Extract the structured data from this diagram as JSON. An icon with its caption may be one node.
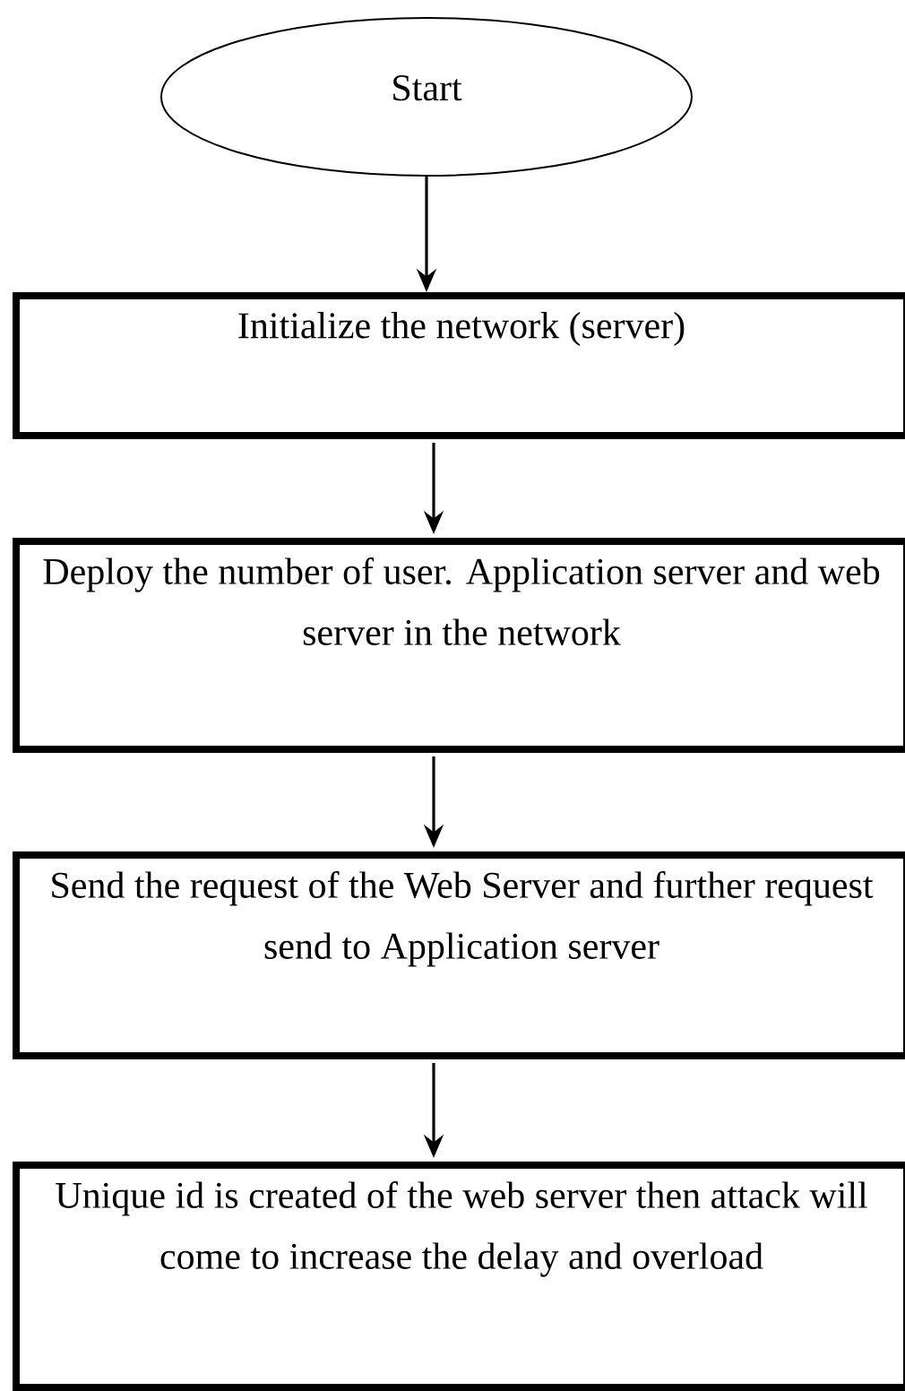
{
  "diagram": {
    "nodes": [
      {
        "text": [
          "Start"
        ]
      },
      {
        "text": [
          "Initialize the network (server)"
        ]
      },
      {
        "text": [
          "Deploy the number of user. Application server and web server in the network"
        ]
      },
      {
        "text": [
          "Send the request of the Web Server and further request send to Application server"
        ]
      },
      {
        "text": [
          "Unique id is created of the web server then attack will come to increase the delay and overload"
        ]
      }
    ],
    "edges": [
      {
        "from": 0,
        "to": 1,
        "arrow": "to"
      },
      {
        "from": 1,
        "to": 2,
        "arrow": "to"
      },
      {
        "from": 2,
        "to": 3,
        "arrow": "to"
      },
      {
        "from": 3,
        "to": 4,
        "arrow": "to"
      }
    ]
  }
}
